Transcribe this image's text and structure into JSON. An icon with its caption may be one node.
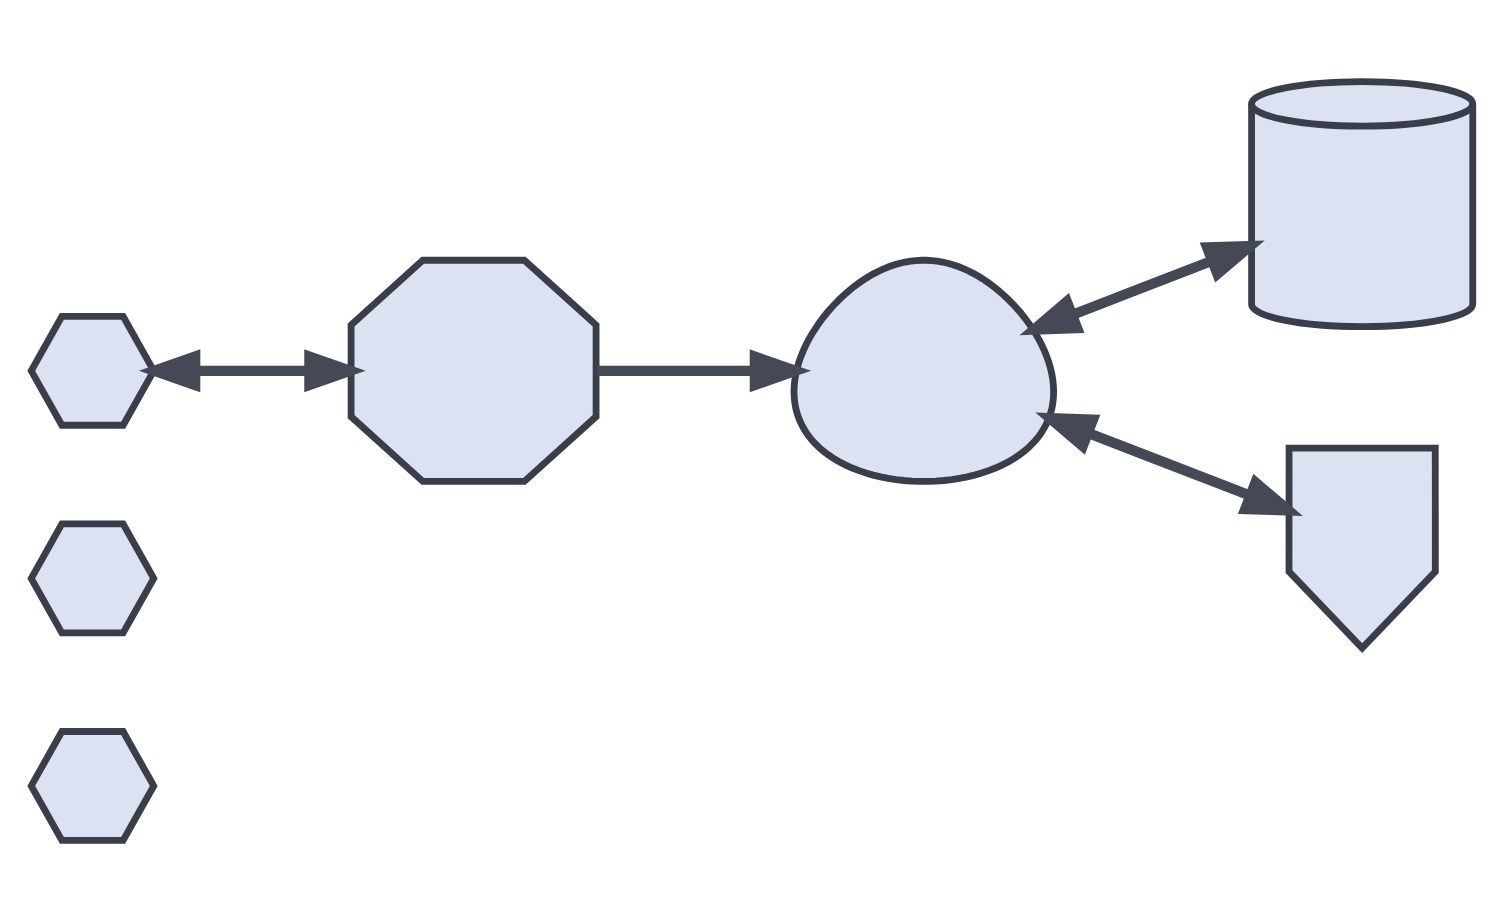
{
  "diagram": {
    "nodes": [
      {
        "text": [],
        "shape": "hexagon"
      },
      {
        "text": [],
        "shape": "hexagon"
      },
      {
        "text": [],
        "shape": "hexagon"
      },
      {
        "text": [],
        "shape": "octagon"
      },
      {
        "text": [],
        "shape": "cloud"
      },
      {
        "text": [],
        "shape": "cylinder"
      },
      {
        "text": [],
        "shape": "person"
      }
    ],
    "edges": [
      {
        "from": 0,
        "to": 3,
        "arrow": "both"
      },
      {
        "from": 3,
        "to": 4,
        "arrow": "to"
      },
      {
        "from": 4,
        "to": 5,
        "arrow": "both"
      },
      {
        "from": 4,
        "to": 6,
        "arrow": "both"
      }
    ]
  }
}
